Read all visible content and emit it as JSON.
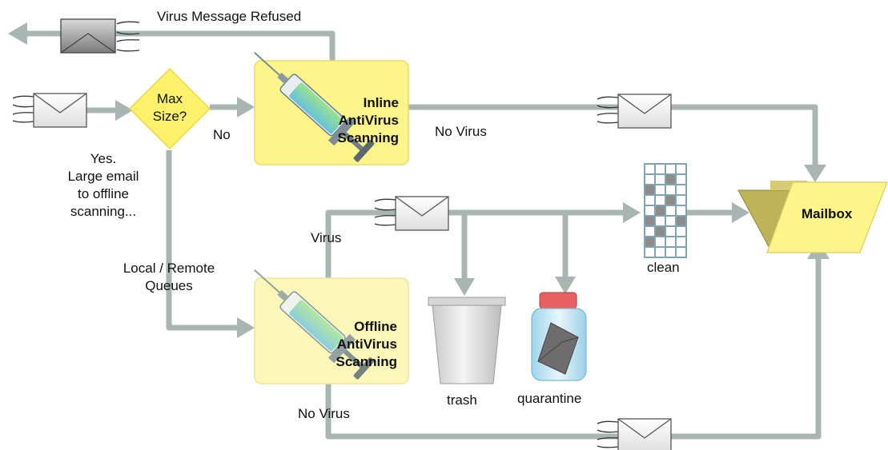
{
  "labels": {
    "virus_refused": "Virus Message Refused",
    "max_size": [
      "Max",
      "Size?"
    ],
    "no": "No",
    "inline_scan": [
      "Inline",
      "AntiVirus",
      "Scanning"
    ],
    "no_virus_top": "No Virus",
    "yes_large": [
      "Yes.",
      "Large email",
      "to offline",
      "scanning..."
    ],
    "local_remote": [
      "Local / Remote",
      "Queues"
    ],
    "virus": "Virus",
    "offline_scan": [
      "Offline",
      "AntiVirus",
      "Scanning"
    ],
    "no_virus_bottom": "No Virus",
    "trash": "trash",
    "quarantine": "quarantine",
    "clean": "clean",
    "mailbox": "Mailbox"
  },
  "icons": {
    "envelope": "envelope-icon",
    "syringe": "syringe-icon",
    "trash": "trash-can-icon",
    "jar": "quarantine-jar-icon",
    "filter": "clean-filter-icon",
    "mailbox": "mailbox-folder-icon"
  },
  "colors": {
    "arrow": "#a8b5b2",
    "box_fill": "#fdf58a",
    "box_fill_light": "#fbf7b8",
    "diamond": "#fdf06a",
    "filter": "#7fa5b3"
  }
}
